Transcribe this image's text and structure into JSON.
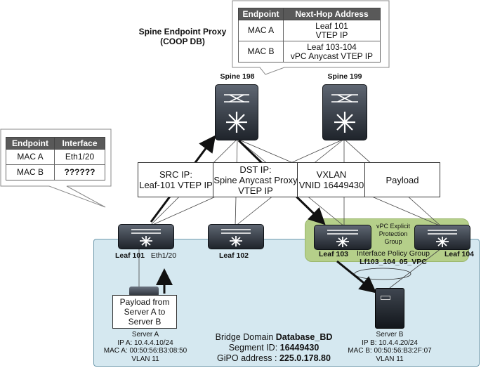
{
  "title": {
    "line1": "Spine Endpoint Proxy",
    "line2": "(COOP DB)"
  },
  "coop_table": {
    "headers": [
      "Endpoint",
      "Next-Hop Address"
    ],
    "rows": [
      {
        "endpoint": "MAC A",
        "next_hop_l1": "Leaf 101",
        "next_hop_l2": "VTEP IP"
      },
      {
        "endpoint": "MAC B",
        "next_hop_l1": "Leaf 103-104",
        "next_hop_l2": "vPC Anycast VTEP IP"
      }
    ]
  },
  "leaf_table": {
    "headers": [
      "Endpoint",
      "Interface"
    ],
    "rows": [
      {
        "endpoint": "MAC A",
        "interface": "Eth1/20"
      },
      {
        "endpoint": "MAC B",
        "interface": "??????"
      }
    ]
  },
  "spines": {
    "s1": "Spine 198",
    "s2": "Spine 199"
  },
  "header_boxes": {
    "src": {
      "l1": "SRC IP:",
      "l2": "Leaf-101 VTEP IP"
    },
    "dst": {
      "l1": "DST IP:",
      "l2": "Spine Anycast Proxy",
      "l3": "VTEP IP"
    },
    "vxlan": {
      "l1": "VXLAN",
      "l2": "VNID 16449430"
    },
    "payload": "Payload"
  },
  "leaves": {
    "l101": "Leaf 101",
    "l102": "Leaf 102",
    "l103": "Leaf 103",
    "l104": "Leaf 104"
  },
  "eth_label": "Eth1/20",
  "vpc": {
    "l1": "vPC Explicit",
    "l2": "Protection",
    "l3": "Group"
  },
  "interface_policy": {
    "l1": "Interface Policy Group",
    "l2": "Lf103_104_05_VPC"
  },
  "payload_box": {
    "l1": "Payload from",
    "l2": "Server A to",
    "l3": "Server B"
  },
  "server_a": {
    "name": "Server A",
    "ip": "IP A: 10.4.4.10/24",
    "mac": "MAC A: 00:50:56:B3:08:50",
    "vlan": "VLAN 11"
  },
  "server_b": {
    "name": "Server B",
    "ip": "IP B: 10.4.4.20/24",
    "mac": "MAC B: 00:50:56:B3:2F:07",
    "vlan": "VLAN 11"
  },
  "bridge_domain": {
    "bd_prefix": "Bridge Domain ",
    "bd_name": "Database_BD",
    "seg_prefix": "Segment ID: ",
    "seg_value": "16449430",
    "gipo_prefix": "GiPO address : ",
    "gipo_value": "225.0.178.80"
  },
  "colors": {
    "bd_fill": "#d5e8f0",
    "vpc_fill": "#b5cf8a",
    "table_header": "#595959"
  }
}
